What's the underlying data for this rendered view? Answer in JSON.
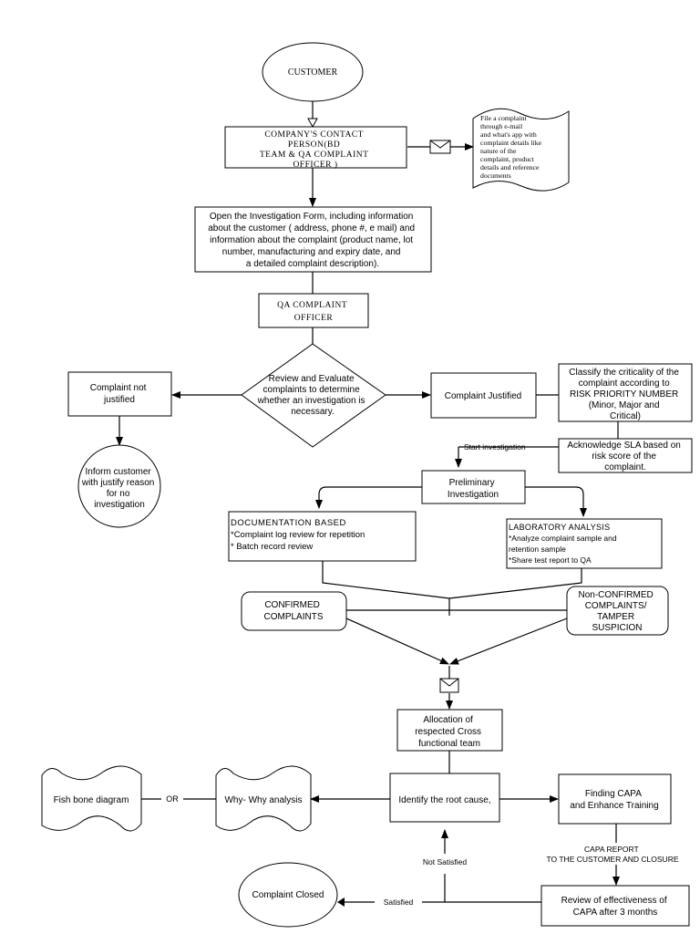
{
  "nodes": {
    "customer": [
      "CUSTOMER"
    ],
    "contact": [
      "COMPANY'S CONTACT",
      "PERSON(BD",
      "TEAM & QA COMPLAINT",
      "OFFICER )"
    ],
    "file_note": [
      "File a complaint",
      "through    e-mail",
      "and what's app with",
      "complaint details like",
      "nature of the",
      "complaint, product",
      "details and reference",
      "documents"
    ],
    "investigation_form": [
      "Open the Investigation Form, including information",
      "about the customer ( address, phone #, e mail) and",
      "information about the complaint (product name, lot",
      "number, manufacturing and expiry date, and",
      "a detailed complaint description)."
    ],
    "qa_officer": [
      "QA COMPLAINT",
      "OFFICER"
    ],
    "review_decision": [
      "Review and Evaluate",
      "complaints to determine",
      "whether an investigation is",
      "necessary."
    ],
    "not_justified": [
      "Complaint not",
      "justified"
    ],
    "inform_customer": [
      "Inform customer",
      "with justify reason",
      "for no",
      "investigation"
    ],
    "justified": [
      "Complaint Justified"
    ],
    "classify": [
      "Classify the criticality of the",
      "complaint according to",
      "RISK PRIORITY NUMBER",
      "(Minor, Major and",
      "Critical)"
    ],
    "acknowledge": [
      "Acknowledge SLA based on",
      "risk score of the",
      "complaint."
    ],
    "preliminary": [
      "Preliminary",
      "Investigation"
    ],
    "documentation": [
      "DOCUMENTATION  BASED",
      "*Complaint log review for repetition",
      "* Batch record review"
    ],
    "laboratory": [
      "LABORATORY ANALYSIS",
      "*Analyze complaint sample and",
      "retention sample",
      "*Share test report to QA"
    ],
    "confirmed": [
      "CONFIRMED",
      "COMPLAINTS"
    ],
    "non_confirmed": [
      "Non-CONFIRMED",
      "COMPLAINTS/",
      "TAMPER",
      "SUSPICION"
    ],
    "allocation": [
      "Allocation of",
      "respected Cross",
      "functional team"
    ],
    "root_cause": [
      "Identify the root cause,"
    ],
    "why_why": [
      "Why- Why analysis"
    ],
    "fish_bone": [
      "Fish bone diagram"
    ],
    "capa": [
      "Finding CAPA",
      "and Enhance Training"
    ],
    "review_effectiveness": [
      "Review of effectiveness of",
      "CAPA after 3 months"
    ],
    "closed": [
      "Complaint Closed"
    ]
  },
  "edge_labels": {
    "start_investigation": "Start investigation",
    "or": "OR",
    "capa_report": [
      "CAPA REPORT",
      "TO THE CUSTOMER AND CLOSURE"
    ],
    "not_satisfied": "Not Satisfied",
    "satisfied": "Satisfied"
  },
  "icons": {
    "mail_contact": "envelope-icon",
    "mail_allocation": "envelope-icon"
  }
}
